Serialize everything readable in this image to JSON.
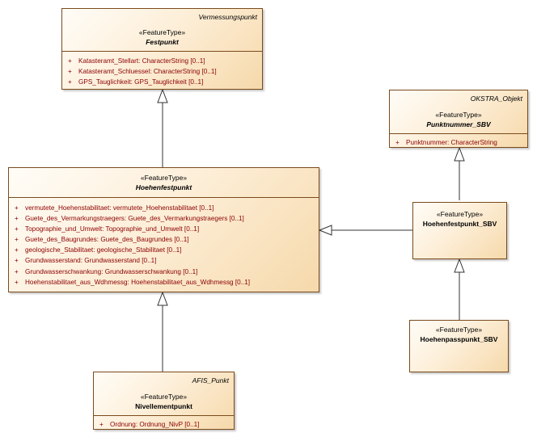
{
  "classes": {
    "festpunkt": {
      "parent": "Vermessungspunkt",
      "stereotype": "«FeatureType»",
      "name": "Festpunkt",
      "attributes": [
        {
          "vis": "+",
          "text": "Katasteramt_Stellart: CharacterString [0..1]"
        },
        {
          "vis": "+",
          "text": "Katasteramt_Schluessel: CharacterString [0..1]"
        },
        {
          "vis": "+",
          "text": "GPS_Tauglichkeit: GPS_Tauglichkeit [0..1]"
        }
      ]
    },
    "punktnummer_sbv": {
      "parent": "OKSTRA_Objekt",
      "stereotype": "«FeatureType»",
      "name": "Punktnummer_SBV",
      "attributes": [
        {
          "vis": "+",
          "text": "Punktnummer: CharacterString"
        }
      ]
    },
    "hoehenfestpunkt": {
      "stereotype": "«FeatureType»",
      "name": "Hoehenfestpunkt",
      "attributes": [
        {
          "vis": "+",
          "text": "vermutete_Hoehenstabilitaet: vermutete_Hoehenstabilitaet [0..1]"
        },
        {
          "vis": "+",
          "text": "Guete_des_Vermarkungstraegers: Guete_des_Vermarkungstraegers [0..1]"
        },
        {
          "vis": "+",
          "text": "Topographie_und_Umwelt: Topographie_und_Umwelt [0..1]"
        },
        {
          "vis": "+",
          "text": "Guete_des_Baugrundes: Guete_des_Baugrundes [0..1]"
        },
        {
          "vis": "+",
          "text": "geologische_Stabilitaet: geologische_Stabilitaet [0..1]"
        },
        {
          "vis": "+",
          "text": "Grundwasserstand: Grundwasserstand [0..1]"
        },
        {
          "vis": "+",
          "text": "Grundwasserschwankung: Grundwasserschwankung [0..1]"
        },
        {
          "vis": "+",
          "text": "Hoehenstabilitaet_aus_Wdhmessg: Hoehenstabilitaet_aus_Wdhmessg [0..1]"
        }
      ]
    },
    "hoehenfestpunkt_sbv": {
      "stereotype": "«FeatureType»",
      "name": "Hoehenfestpunkt_SBV"
    },
    "hoehenpasspunkt_sbv": {
      "stereotype": "«FeatureType»",
      "name": "Hoehenpasspunkt_SBV"
    },
    "nivellementpunkt": {
      "parent": "AFIS_Punkt",
      "stereotype": "«FeatureType»",
      "name": "Nivellementpunkt",
      "attributes": [
        {
          "vis": "+",
          "text": "Ordnung: Ordnung_NivP [0..1]"
        }
      ]
    }
  },
  "colors": {
    "border": "#7a4a1c",
    "attribute_text": "#8b0000",
    "edge": "#333333"
  }
}
